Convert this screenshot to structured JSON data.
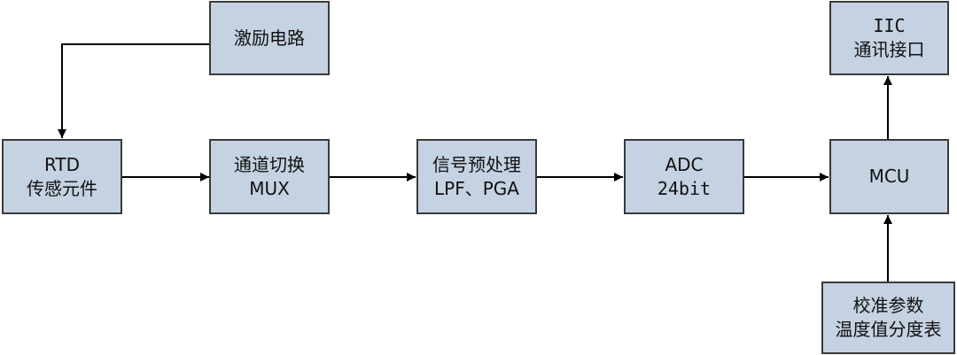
{
  "diagram": {
    "nodes": {
      "excitation": {
        "line1": "激励电路",
        "line2": ""
      },
      "rtd": {
        "line1": "RTD",
        "line2": "传感元件"
      },
      "mux": {
        "line1": "通道切换",
        "line2": "MUX"
      },
      "preproc": {
        "line1": "信号预处理",
        "line2": "LPF、PGA"
      },
      "adc": {
        "line1": "ADC",
        "line2": "24bit"
      },
      "mcu": {
        "line1": "MCU",
        "line2": ""
      },
      "iic": {
        "line1": "IIC",
        "line2": "通讯接口"
      },
      "calib": {
        "line1": "校准参数",
        "line2": "温度值分度表"
      }
    },
    "edges": [
      {
        "from": "excitation",
        "to": "rtd"
      },
      {
        "from": "rtd",
        "to": "mux"
      },
      {
        "from": "mux",
        "to": "preproc"
      },
      {
        "from": "preproc",
        "to": "adc"
      },
      {
        "from": "adc",
        "to": "mcu"
      },
      {
        "from": "mcu",
        "to": "iic"
      },
      {
        "from": "calib",
        "to": "mcu"
      }
    ],
    "colors": {
      "box_fill": "#c5d2e2",
      "box_border": "#3a3a3a",
      "line": "#000000"
    }
  }
}
